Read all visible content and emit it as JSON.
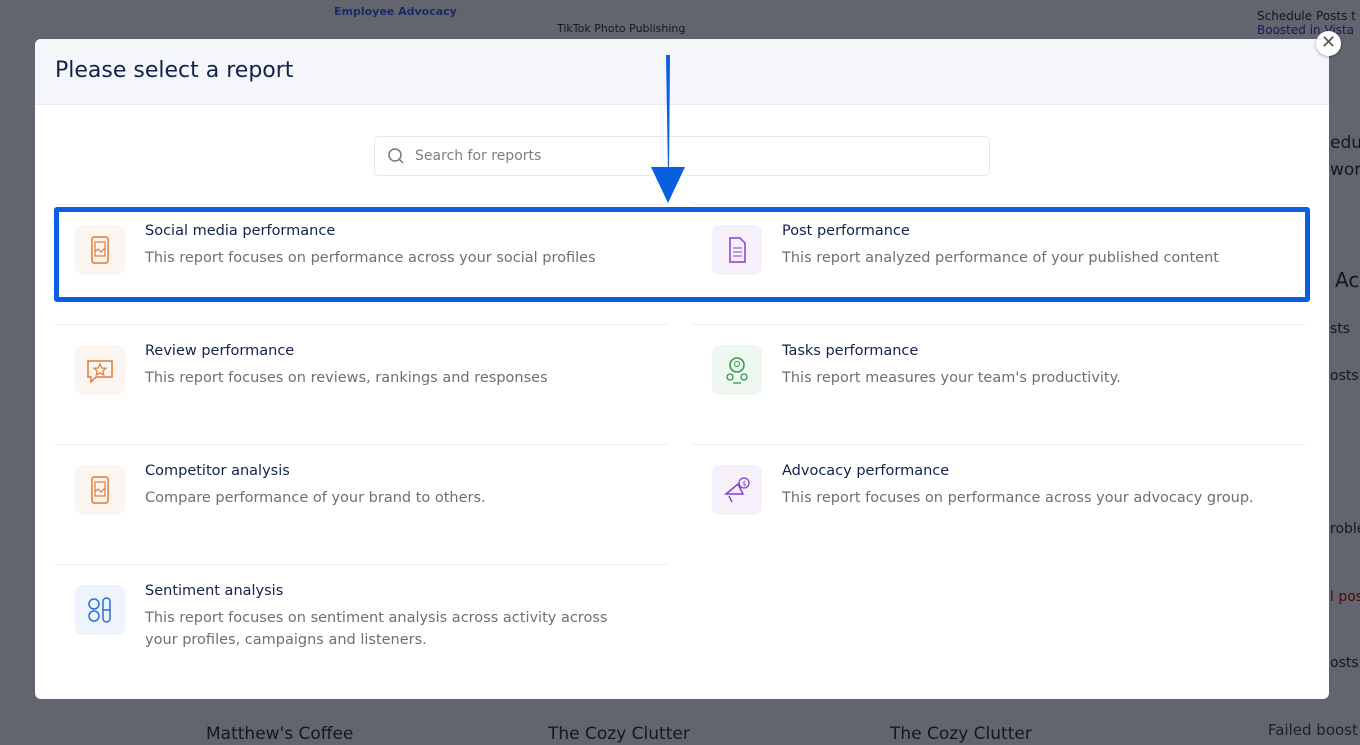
{
  "background": {
    "top_texts": [
      "Employee Advocacy",
      "TikTok Photo Publishing",
      "Schedule Posts t",
      "Boosted in Vista"
    ],
    "right_texts": [
      "edul",
      "work",
      "Ac",
      "sts",
      "osts",
      "roble",
      "l pos",
      "osts"
    ],
    "bottom_items": [
      "Matthew's Coffee",
      "The Cozy Clutter",
      "The Cozy Clutter"
    ],
    "failed_boost": "Failed boost"
  },
  "modal": {
    "title": "Please select a report",
    "search_placeholder": "Search for reports",
    "highlight_color": "#0a5fe0",
    "reports": [
      {
        "title": "Social media performance",
        "description": "This report focuses on performance across your social profiles",
        "icon": "phone-chart-icon",
        "color": "#e07b39"
      },
      {
        "title": "Post performance",
        "description": "This report analyzed performance of your published content",
        "icon": "document-icon",
        "color": "#8a3fc7"
      },
      {
        "title": "Review performance",
        "description": "This report focuses on reviews, rankings and responses",
        "icon": "star-chat-icon",
        "color": "#e07b39"
      },
      {
        "title": "Tasks performance",
        "description": "This report measures your team's productivity.",
        "icon": "team-icon",
        "color": "#2e9a4a"
      },
      {
        "title": "Competitor analysis",
        "description": "Compare performance of your brand to others.",
        "icon": "phone-chart-icon",
        "color": "#e07b39"
      },
      {
        "title": "Advocacy performance",
        "description": "This report focuses on performance across your advocacy group.",
        "icon": "megaphone-icon",
        "color": "#8a3fc7"
      },
      {
        "title": "Sentiment analysis",
        "description": "This report focuses on sentiment analysis across activity across your profiles, campaigns and listeners.",
        "icon": "sentiment-icon",
        "color": "#2a6fd6"
      }
    ]
  }
}
